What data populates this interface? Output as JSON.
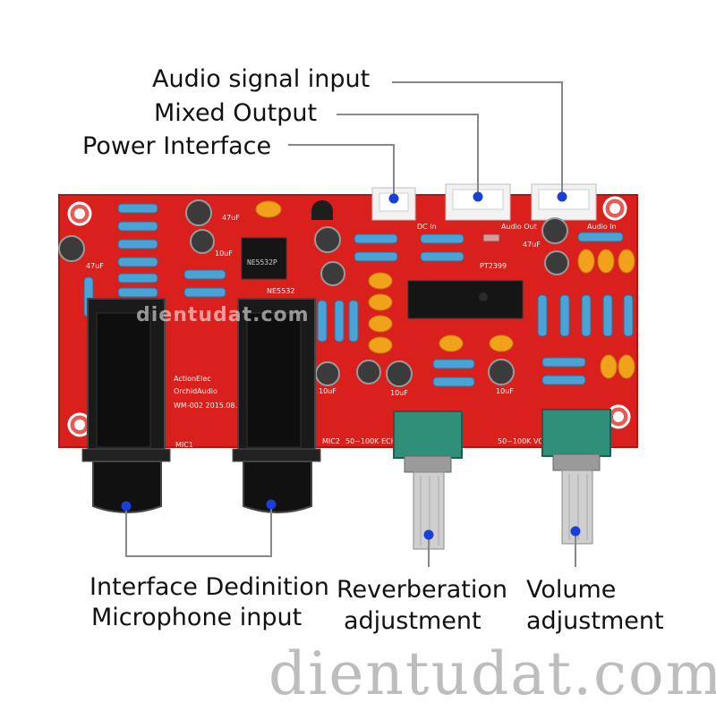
{
  "labels": {
    "audio_signal_input": "Audio signal input",
    "mixed_output": "Mixed Output",
    "power_interface": "Power Interface",
    "interface_definition_line1": "Interface Dedinition",
    "interface_definition_line2": "Microphone input",
    "reverberation_line1": "Reverberation",
    "reverberation_line2": "adjustment",
    "volume_line1": "Volume",
    "volume_line2": "adjustment"
  },
  "board_silkscreen": {
    "brand1": "ActionElec",
    "brand2": "OrchidAudio",
    "model": "WM-002  2015.08.08",
    "mic1": "MIC1",
    "mic2": "MIC2",
    "echo": "50~100K ECHO",
    "vol": "50~100K VOL",
    "dc_in": "DC In",
    "audio_out": "Audio Out",
    "audio_in": "Audio In",
    "pt2399": "PT2399",
    "ne5532": "NE5532",
    "cap_47uf": "47uF",
    "cap_10uf": "10uF",
    "chip_marking": "NE5532P"
  },
  "watermarks": {
    "center": "dientudat.com",
    "bottom": "dientudat.com"
  },
  "colors": {
    "board": "#d9201c",
    "callout_line": "#888888",
    "marker_dot": "#1a3fd6",
    "connector": "#f2f2f2",
    "pot_body": "#2f8f78"
  }
}
